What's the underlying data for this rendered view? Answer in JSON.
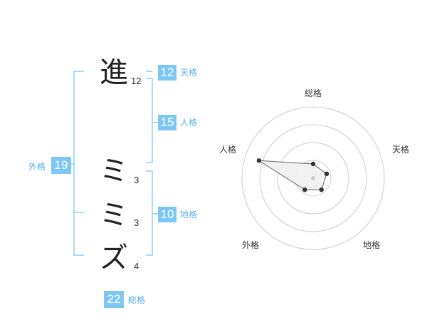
{
  "name": {
    "chars": [
      {
        "char": "進",
        "strokes": "12"
      },
      {
        "char": "ミ",
        "strokes": "3"
      },
      {
        "char": "ミ",
        "strokes": "3"
      },
      {
        "char": "ズ",
        "strokes": "4"
      }
    ]
  },
  "fortune": {
    "tenkaku": {
      "value": "12",
      "label": "天格"
    },
    "jinkaku": {
      "value": "15",
      "label": "人格"
    },
    "chikaku": {
      "value": "10",
      "label": "地格"
    },
    "gaikaku": {
      "value": "19",
      "label": "外格"
    },
    "soukaku": {
      "value": "22",
      "label": "総格"
    }
  },
  "colors": {
    "accent": "#7dc7f5",
    "accent_text": "#5bb0e6",
    "bracket": "#8fd0f7",
    "radar_fill": "#eeeeee",
    "radar_line": "#cccccc",
    "point": "#333333"
  },
  "radar": {
    "axes": [
      {
        "label": "総格",
        "level": 0.2
      },
      {
        "label": "天格",
        "level": 0.2
      },
      {
        "label": "地格",
        "level": 0.2
      },
      {
        "label": "外格",
        "level": 0.2
      },
      {
        "label": "人格",
        "level": 0.8
      }
    ],
    "rings": 4
  }
}
